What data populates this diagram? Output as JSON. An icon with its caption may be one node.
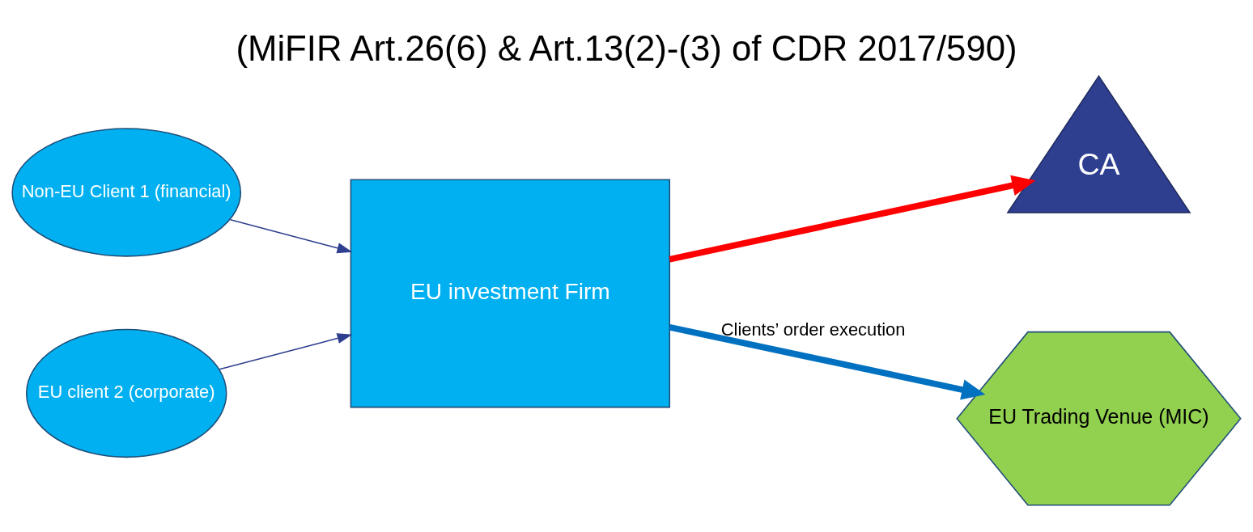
{
  "diagram": {
    "title": "(MiFIR Art.26(6) & Art.13(2)-(3) of CDR 2017/590)",
    "nodes": [
      {
        "text": [
          "Non-EU Client 1 (financial)"
        ]
      },
      {
        "text": [
          "EU client 2 (corporate)"
        ]
      },
      {
        "text": [
          "EU investment Firm"
        ]
      },
      {
        "text": [
          "CA"
        ]
      },
      {
        "text": [
          "EU Trading Venue (MIC)"
        ]
      }
    ],
    "edges": [
      {
        "from": 0,
        "to": 2,
        "arrow": "to"
      },
      {
        "from": 1,
        "to": 2,
        "arrow": "to"
      },
      {
        "from": 2,
        "to": 3,
        "arrow": "to",
        "style": "thick",
        "color": "#ff0000"
      },
      {
        "from": 2,
        "to": 4,
        "arrow": "to",
        "label": "Clients’ order execution",
        "style": "thick",
        "color": "#0070c0"
      }
    ]
  }
}
